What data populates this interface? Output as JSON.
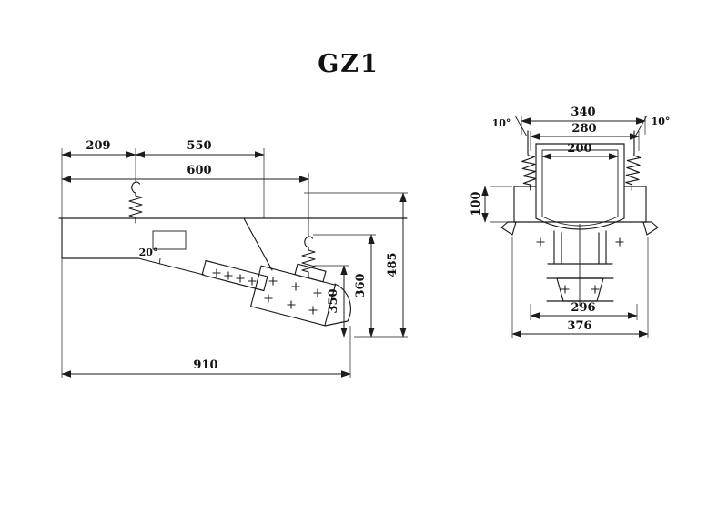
{
  "title": "GZ1",
  "colors": {
    "line": "#1c1c1c",
    "background": "#ffffff"
  },
  "side_view": {
    "name": "side elevation view",
    "dims": {
      "d209": "209",
      "d550": "550",
      "d600": "600",
      "d485": "485",
      "d360": "360",
      "d350": "350",
      "d910": "910",
      "a20": "20°"
    }
  },
  "front_view": {
    "name": "end elevation view",
    "dims": {
      "d340": "340",
      "d280": "280",
      "d200": "200",
      "d100": "100",
      "d296": "296",
      "d376": "376",
      "a10_left": "10°",
      "a10_right": "10°"
    }
  }
}
